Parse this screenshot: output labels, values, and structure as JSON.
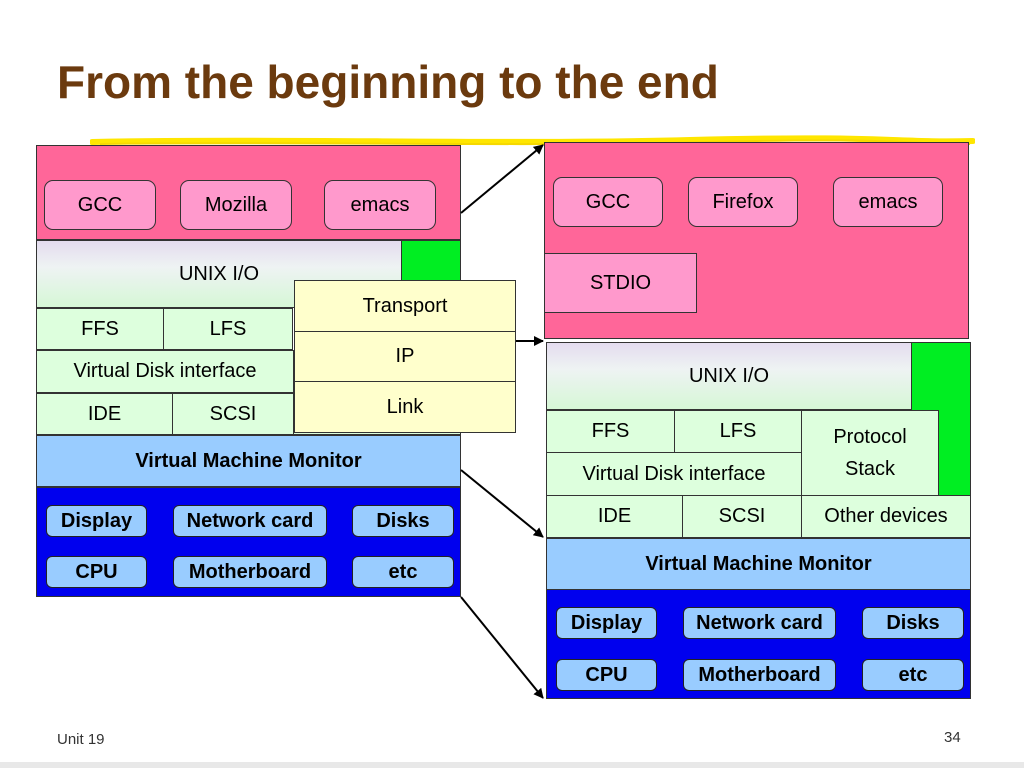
{
  "title": "From the beginning to the end",
  "left": {
    "apps": [
      "GCC",
      "Mozilla",
      "emacs"
    ],
    "unix_io": "UNIX I/O",
    "fs": [
      "FFS",
      "LFS"
    ],
    "vdisk": "Virtual Disk interface",
    "drivers": [
      "IDE",
      "SCSI"
    ],
    "vmm": "Virtual Machine Monitor",
    "hw_row1": [
      "Display",
      "Network card",
      "Disks"
    ],
    "hw_row2": [
      "CPU",
      "Motherboard",
      "etc"
    ]
  },
  "network": [
    "Transport",
    "IP",
    "Link"
  ],
  "right": {
    "apps": [
      "GCC",
      "Firefox",
      "emacs"
    ],
    "stdio": "STDIO",
    "unix_io": "UNIX I/O",
    "fs": [
      "FFS",
      "LFS"
    ],
    "protocol_stack": "Protocol Stack",
    "vdisk": "Virtual Disk interface",
    "drivers": [
      "IDE",
      "SCSI",
      "Other devices"
    ],
    "vmm": "Virtual Machine Monitor",
    "hw_row1": [
      "Display",
      "Network card",
      "Disks"
    ],
    "hw_row2": [
      "CPU",
      "Motherboard",
      "etc"
    ]
  },
  "footer": {
    "unit": "Unit 19",
    "page": "34"
  },
  "colors": {
    "title": "#6b3a0e",
    "app_layer": "#ff6699",
    "app_box": "#ff99cc",
    "green": "#00ee22",
    "vmm": "#99ccff",
    "hardware": "#0000ee",
    "network": "#ffffcc"
  }
}
